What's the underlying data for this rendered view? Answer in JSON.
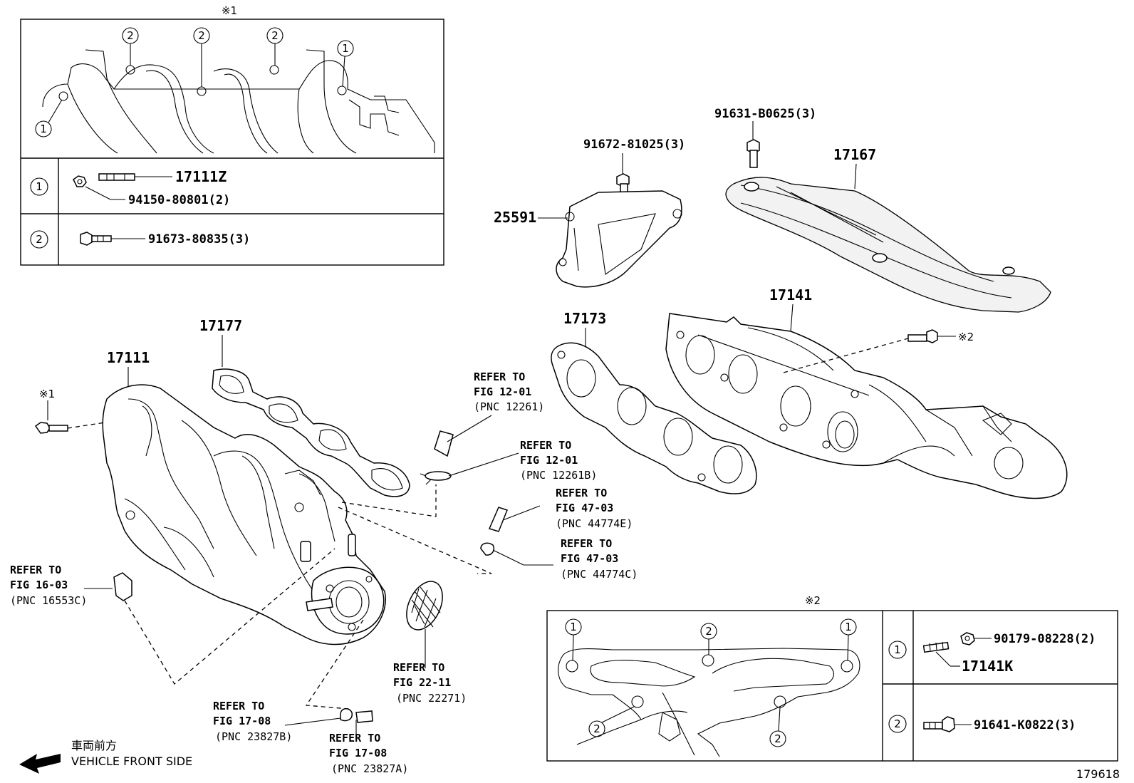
{
  "diagram_id": "179618",
  "orientation": {
    "japanese": "車両前方",
    "english": "VEHICLE FRONT SIDE"
  },
  "callout_marks": {
    "mark1": "※1",
    "mark2": "※2"
  },
  "detail_box_1": {
    "title": "※1",
    "rows": [
      {
        "index": "1",
        "part_main": "17111Z",
        "part_sub": "94150-80801(2)"
      },
      {
        "index": "2",
        "part_main": "",
        "part_sub": "91673-80835(3)"
      }
    ],
    "labels": [
      "1",
      "2",
      "2",
      "2",
      "1"
    ]
  },
  "detail_box_2": {
    "title": "※2",
    "rows": [
      {
        "index": "1",
        "part_main": "17141K",
        "part_sub": "90179-08228(2)"
      },
      {
        "index": "2",
        "part_main": "",
        "part_sub": "91641-K0822(3)"
      }
    ],
    "labels": [
      "1",
      "2",
      "1",
      "2",
      "2"
    ]
  },
  "parts": {
    "p17111": "17111",
    "p17177": "17177",
    "p17173": "17173",
    "p17141": "17141",
    "p17167": "17167",
    "p25591": "25591",
    "p91672": "91672-81025(3)",
    "p91631": "91631-B0625(3)"
  },
  "references": [
    {
      "line1": "REFER TO",
      "line2": "FIG 12-01",
      "line3": "(PNC 12261)"
    },
    {
      "line1": "REFER TO",
      "line2": "FIG 12-01",
      "line3": "(PNC 12261B)"
    },
    {
      "line1": "REFER TO",
      "line2": "FIG 47-03",
      "line3": "(PNC 44774E)"
    },
    {
      "line1": "REFER TO",
      "line2": "FIG 47-03",
      "line3": "(PNC 44774C)"
    },
    {
      "line1": "REFER TO",
      "line2": "FIG 16-03",
      "line3": "(PNC 16553C)"
    },
    {
      "line1": "REFER TO",
      "line2": "FIG 22-11",
      "line3": "(PNC 22271)"
    },
    {
      "line1": "REFER TO",
      "line2": "FIG 17-08",
      "line3": "(PNC 23827B)"
    },
    {
      "line1": "REFER TO",
      "line2": "FIG 17-08",
      "line3": "(PNC 23827A)"
    }
  ]
}
